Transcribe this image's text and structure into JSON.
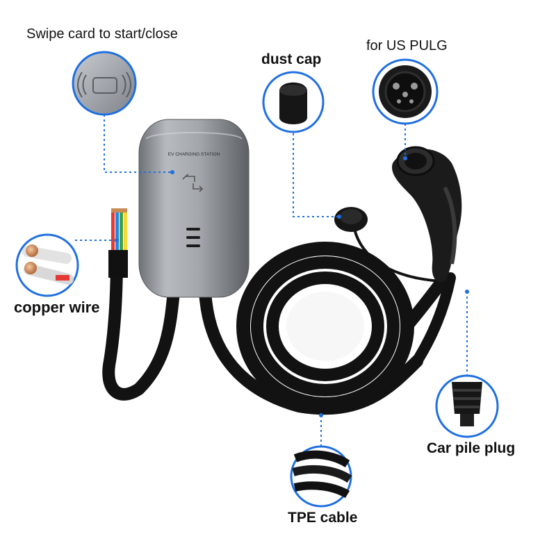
{
  "labels": {
    "swipe_card": "Swipe card to start/close",
    "dust_cap": "dust cap",
    "us_plug": "for US PULG",
    "copper_wire": "copper wire",
    "car_pile_plug": "Car pile plug",
    "tpe_cable": "TPE cable"
  },
  "station": {
    "panel_text": "EV CHARGING STATION"
  },
  "colors": {
    "callout_ring": "#1f6fe0",
    "cable": "#111111",
    "housing": "#9a9ea3"
  },
  "icons": [
    "rfid-card-icon",
    "swap-arrows-icon"
  ]
}
